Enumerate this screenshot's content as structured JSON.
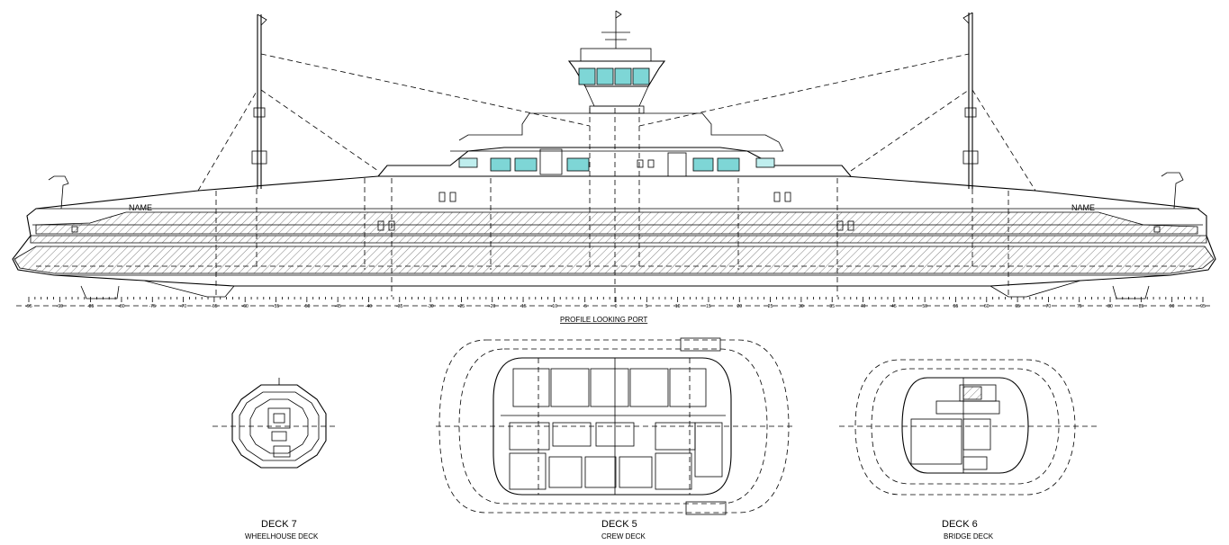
{
  "profile": {
    "caption": "PROFILE LOOKING PORT",
    "name_left": "NAME",
    "name_right": "NAME",
    "frame_labels": [
      "-95",
      "-90",
      "-85",
      "-80",
      "-75",
      "-70",
      "-65",
      "-60",
      "-55",
      "-50",
      "-45",
      "-40",
      "-35",
      "-30",
      "-25",
      "-20",
      "-15",
      "-10",
      "-5",
      "0",
      "5",
      "10",
      "15",
      "20",
      "25",
      "30",
      "35",
      "40",
      "45",
      "50",
      "55",
      "60",
      "65",
      "70",
      "75",
      "80",
      "85",
      "90",
      "95"
    ]
  },
  "decks": [
    {
      "title": "DECK 7",
      "subtitle": "WHEELHOUSE DECK"
    },
    {
      "title": "DECK 5",
      "subtitle": "CREW DECK"
    },
    {
      "title": "DECK 6",
      "subtitle": "BRIDGE DECK"
    }
  ],
  "colors": {
    "window": "#7ed6d6",
    "line": "#000000",
    "background": "#ffffff"
  }
}
